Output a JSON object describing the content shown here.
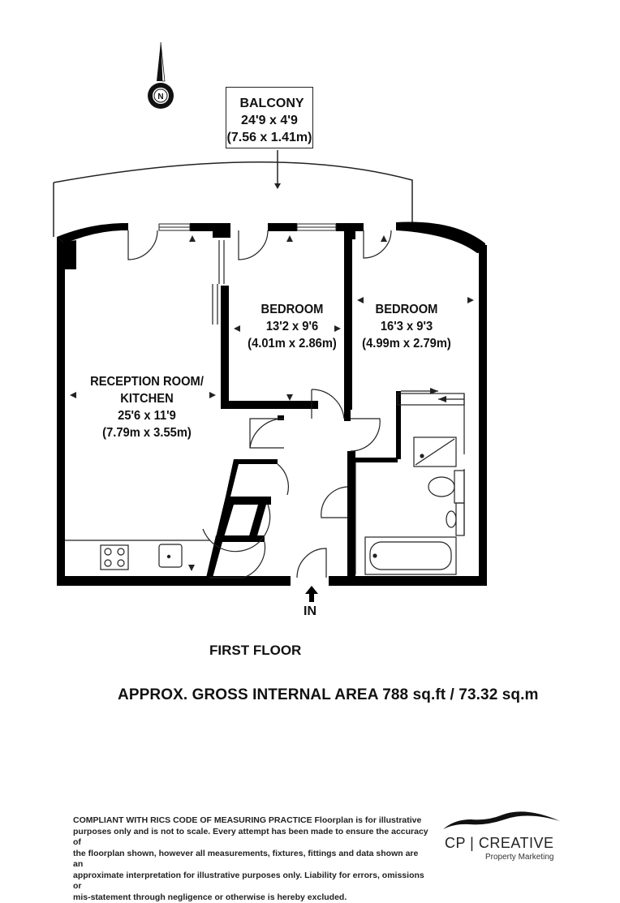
{
  "compass": {
    "icon": "north-compass-icon",
    "letter": "N"
  },
  "balcony": {
    "name": "BALCONY",
    "dims_imperial": "24'9 x 4'9",
    "dims_metric": "(7.56 x 1.41m)"
  },
  "rooms": {
    "reception": {
      "name_line1": "RECEPTION ROOM/",
      "name_line2": "KITCHEN",
      "dims_imperial": "25'6 x 11'9",
      "dims_metric": "(7.79m x 3.55m)"
    },
    "bedroom1": {
      "name": "BEDROOM",
      "dims_imperial": "13'2 x 9'6",
      "dims_metric": "(4.01m x 2.86m)"
    },
    "bedroom2": {
      "name": "BEDROOM",
      "dims_imperial": "16'3 x 9'3",
      "dims_metric": "(4.99m x 2.79m)"
    }
  },
  "entrance": {
    "label": "IN"
  },
  "floor": {
    "label": "FIRST FLOOR"
  },
  "area": {
    "text": "APPROX. GROSS INTERNAL AREA 788 sq.ft / 73.32 sq.m"
  },
  "disclaimer": {
    "line1": "COMPLIANT WITH RICS CODE OF MEASURING PRACTICE  Floorplan is for illustrative",
    "line2": "purposes only and is not to scale. Every attempt has been made to ensure the accuracy of",
    "line3": "the floorplan shown, however all measurements, fixtures, fittings and data shown are an",
    "line4": "approximate interpretation for illustrative purposes only. Liability for errors, omissions or",
    "line5": "mis-statement through negligence or otherwise is hereby excluded."
  },
  "brand": {
    "name": "CP | CREATIVE",
    "tagline": "Property Marketing"
  },
  "colors": {
    "wall": "#000000",
    "line": "#222222",
    "background": "#ffffff"
  }
}
